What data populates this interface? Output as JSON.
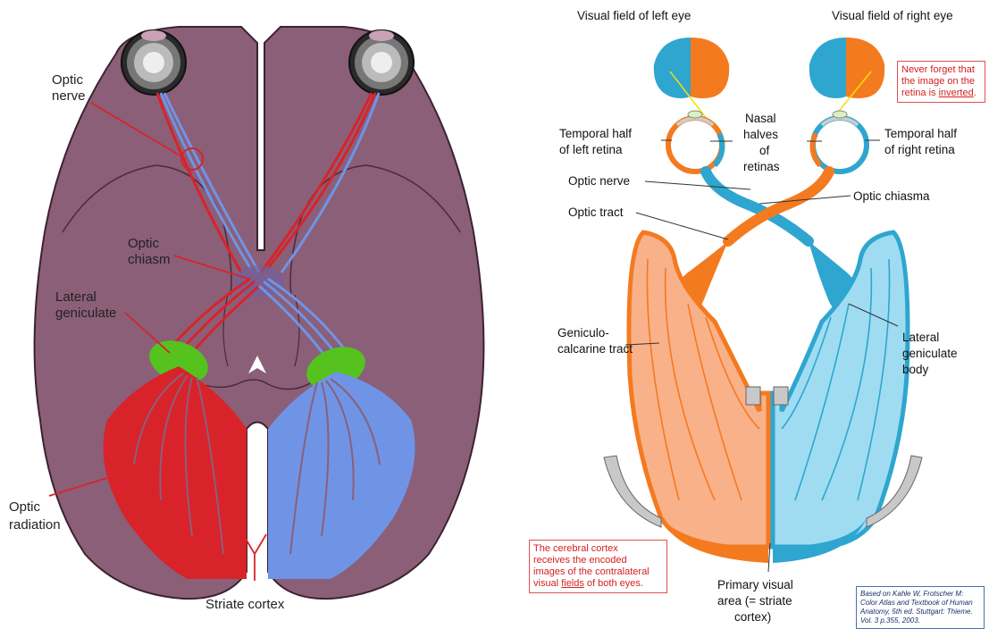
{
  "left_panel": {
    "labels": {
      "optic_nerve_1": "Optic",
      "optic_nerve_2": "nerve",
      "optic_chiasm_1": "Optic",
      "optic_chiasm_2": "chiasm",
      "lateral_geniculate_1": "Lateral",
      "lateral_geniculate_2": "geniculate",
      "optic_radiation_1": "Optic",
      "optic_radiation_2": "radiation",
      "striate_cortex": "Striate cortex"
    },
    "colors": {
      "brain": "#8b5f78",
      "left_pathway": "#d8232a",
      "right_pathway": "#6f94e6",
      "geniculate": "#55c21e"
    }
  },
  "right_panel": {
    "labels": {
      "visual_field_left": "Visual field of left eye",
      "visual_field_right": "Visual field of right eye",
      "temporal_left_1": "Temporal half",
      "temporal_left_2": "of left retina",
      "nasal_1": "Nasal",
      "nasal_2": "halves",
      "nasal_3": "of",
      "nasal_4": "retinas",
      "temporal_right_1": "Temporal half",
      "temporal_right_2": "of right retina",
      "optic_nerve": "Optic nerve",
      "optic_chiasma": "Optic chiasma",
      "optic_tract": "Optic tract",
      "lateral_geniculate_1": "Lateral",
      "lateral_geniculate_2": "geniculate",
      "lateral_geniculate_3": "body",
      "geniculo_1": "Geniculo-",
      "geniculo_2": "calcarine tract",
      "primary_visual_1": "Primary visual",
      "primary_visual_2": "area (= striate",
      "primary_visual_3": "cortex)"
    },
    "note_top": {
      "line1": "Never forget that",
      "line2": "the image on the",
      "line3_pre": "retina is ",
      "line3_u": "inverted",
      "line3_post": "."
    },
    "note_bottom": {
      "line1": "The cerebral cortex",
      "line2": "receives the encoded",
      "line3": "images of the contralateral",
      "line4_pre": "visual ",
      "line4_u": "fields",
      "line4_post": " of both eyes."
    },
    "citation": {
      "line1": "Based on Kahle W, Frotscher M:",
      "line2": "Color Atlas and Textbook of Human",
      "line3": "Anatomy, 5th ed. Stuttgart: Thieme.",
      "line4": "Vol. 3 p.355, 2003."
    },
    "colors": {
      "orange": "#f47a20",
      "orange_light": "#f9b18a",
      "blue": "#2ea6cf",
      "blue_light": "#9fdcf2",
      "note_red": "#d42020"
    }
  }
}
